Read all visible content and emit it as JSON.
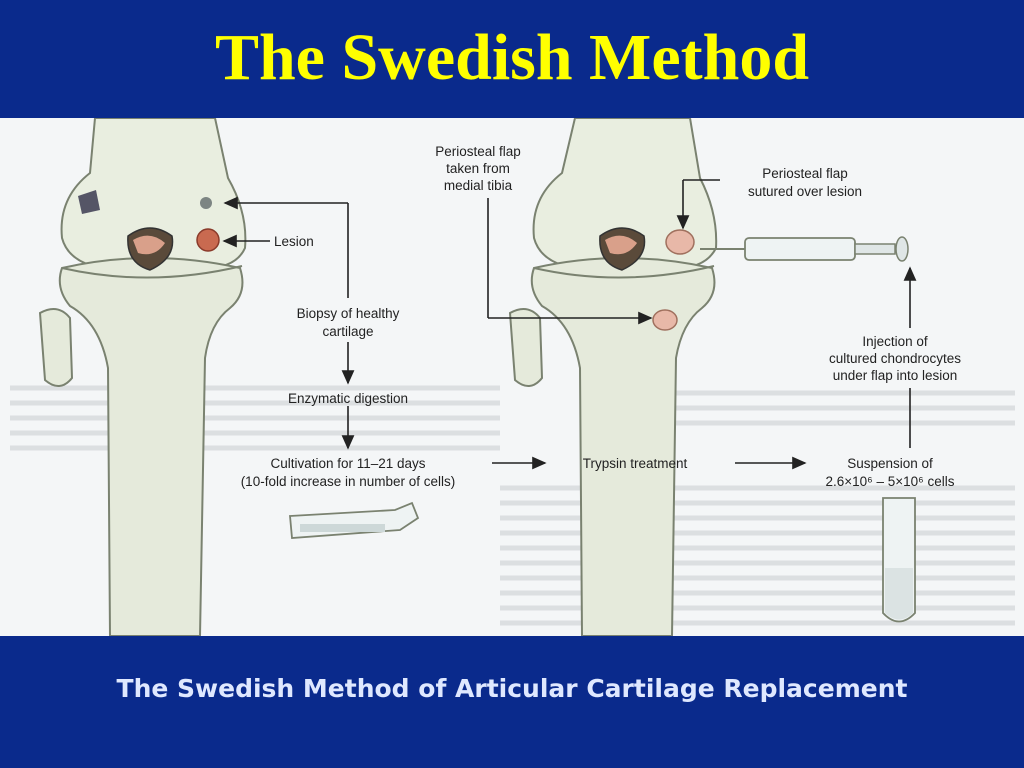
{
  "slide": {
    "title": "The Swedish Method",
    "caption": "The Swedish Method of Articular Cartilage Replacement"
  },
  "diagram": {
    "labels": {
      "lesion": "Lesion",
      "biopsy": [
        "Biopsy of healthy",
        "cartilage"
      ],
      "enzymatic": "Enzymatic digestion",
      "cultivation": [
        "Cultivation for 11–21 days",
        "(10-fold increase in number of cells)"
      ],
      "trypsin": "Trypsin treatment",
      "suspension": [
        "Suspension of",
        "2.6×10⁶ – 5×10⁶ cells"
      ],
      "flap_taken": [
        "Periosteal flap",
        "taken from",
        "medial tibia"
      ],
      "flap_sutured": [
        "Periosteal flap",
        "sutured over lesion"
      ],
      "injection": [
        "Injection of",
        "cultured chondrocytes",
        "under flap into lesion"
      ]
    },
    "colors": {
      "bone": "#e9eee0",
      "bone_outline": "#7a8270",
      "lesion": "#c96a50",
      "flap": "#e8b8a8",
      "arrow": "#222222"
    }
  }
}
